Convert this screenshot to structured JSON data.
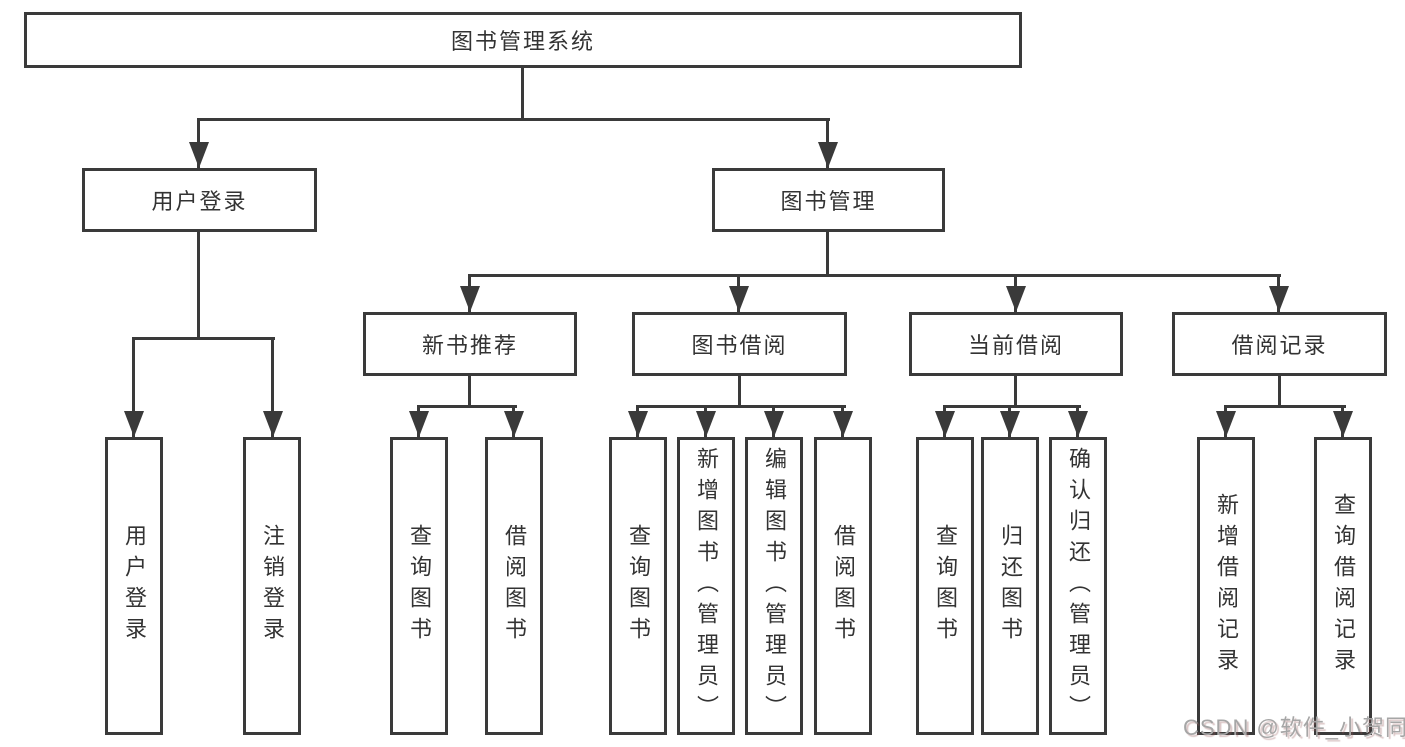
{
  "diagram": {
    "root": {
      "label": "图书管理系统"
    },
    "level2": {
      "user_login": {
        "label": "用户登录"
      },
      "book_mgmt": {
        "label": "图书管理"
      }
    },
    "level3": {
      "new_book_rec": {
        "label": "新书推荐"
      },
      "book_borrow": {
        "label": "图书借阅"
      },
      "current_borrow": {
        "label": "当前借阅"
      },
      "borrow_records": {
        "label": "借阅记录"
      }
    },
    "leaves": {
      "user_login": {
        "label": "用户登录"
      },
      "logout": {
        "label": "注销登录"
      },
      "rec_query_books": {
        "label": "查询图书"
      },
      "rec_borrow_books": {
        "label": "借阅图书"
      },
      "bb_query_books": {
        "label": "查询图书"
      },
      "bb_add_books": {
        "label": "新增图书（管理员）"
      },
      "bb_edit_books": {
        "label": "编辑图书（管理员）"
      },
      "bb_borrow_books": {
        "label": "借阅图书"
      },
      "cb_query_books": {
        "label": "查询图书"
      },
      "cb_return_books": {
        "label": "归还图书"
      },
      "cb_confirm_return": {
        "label": "确认归还（管理员）"
      },
      "br_add_record": {
        "label": "新增借阅记录"
      },
      "br_query_record": {
        "label": "查询借阅记录"
      }
    },
    "watermark": "CSDN @软件_小贺同学",
    "colors": {
      "line": "#3a3a3a",
      "border": "#3a3a3a",
      "text": "#333333",
      "watermark": "#a6a6a6"
    }
  }
}
